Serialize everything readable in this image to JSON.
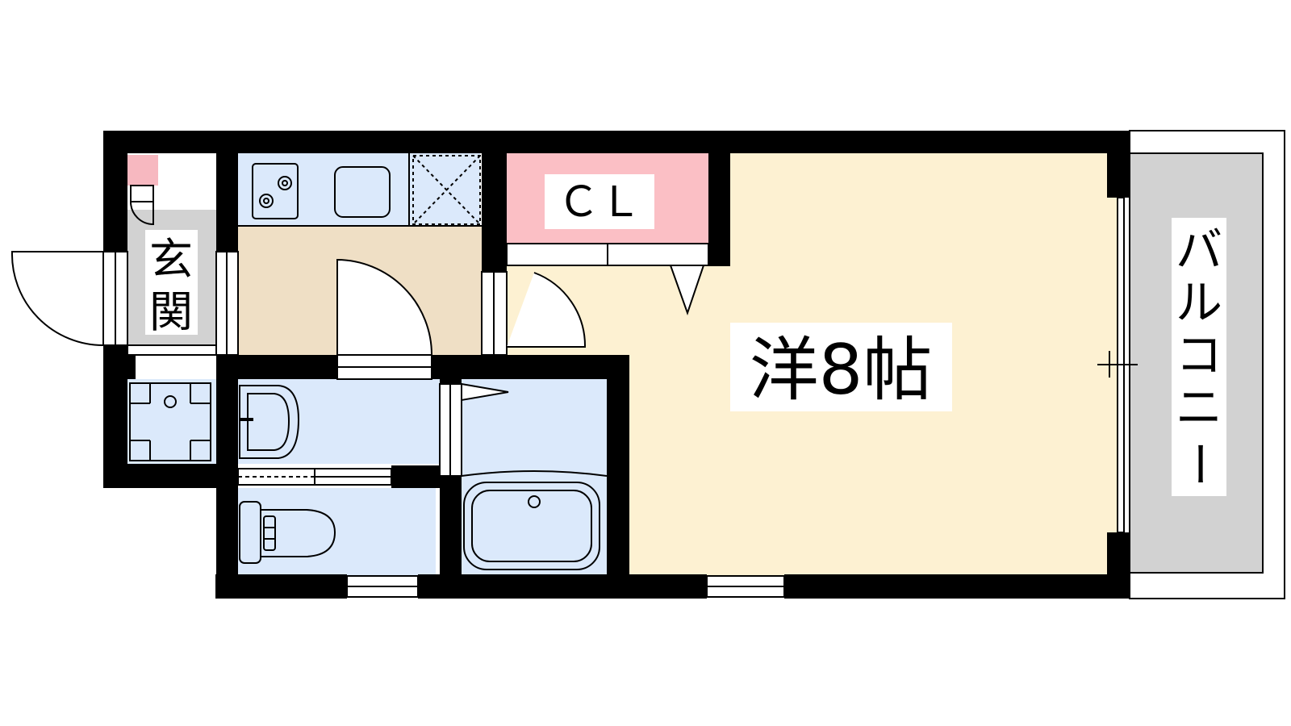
{
  "rooms": {
    "entrance": {
      "label_top": "玄",
      "label_bottom": "関"
    },
    "closet": {
      "label": "ＣＬ"
    },
    "western_room": {
      "label": "洋8帖"
    },
    "balcony": {
      "label_chars": [
        "バ",
        "ル",
        "コ",
        "ニ",
        "ー"
      ]
    }
  },
  "colors": {
    "wall": "#000000",
    "room": "#fdf1d2",
    "kitchen": "#efdfc5",
    "wet_area": "#dbe9fb",
    "closet": "#fbbfc5",
    "entrance": "#d2d2d2",
    "balcony": "#d2d2d2",
    "meter": "#f7b8c0"
  }
}
